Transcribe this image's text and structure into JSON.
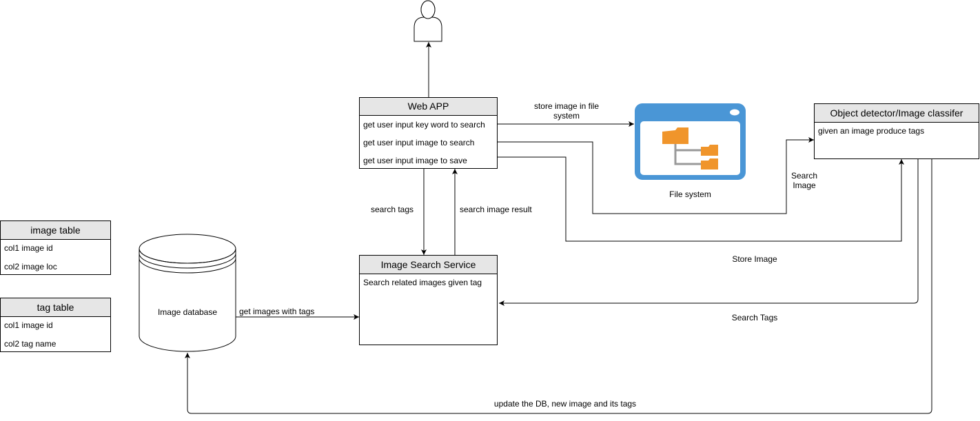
{
  "web_app": {
    "title": "Web APP",
    "rows": [
      "get user input key word to search",
      "get user input image to search",
      "get user input image to save"
    ]
  },
  "object_detector": {
    "title": "Object detector/Image classifer",
    "rows": [
      "given an image produce tags"
    ]
  },
  "search_service": {
    "title": "Image Search Service",
    "rows": [
      "Search related images given tag"
    ]
  },
  "image_table": {
    "title": "image table",
    "rows": [
      "col1 image id",
      "col2 image loc"
    ]
  },
  "tag_table": {
    "title": "tag table",
    "rows": [
      "col1 image id",
      "col2 tag name"
    ]
  },
  "database": {
    "label": "Image database"
  },
  "file_system": {
    "label": "File system"
  },
  "edges": {
    "store_file_line1": "store image in file",
    "store_file_line2": "system",
    "search_image_line1": "Search",
    "search_image_line2": "Image",
    "store_image": "Store Image",
    "search_tags_down": "search tags",
    "search_result": "search image result",
    "get_images": "get images with tags",
    "search_tags_back": "Search Tags",
    "update_db": "update the DB, new image and its tags"
  },
  "colors": {
    "header_fill": "#e6e6e6",
    "folder_window": "#4a96d6",
    "folder": "#f0952b",
    "tree_line": "#999999"
  }
}
